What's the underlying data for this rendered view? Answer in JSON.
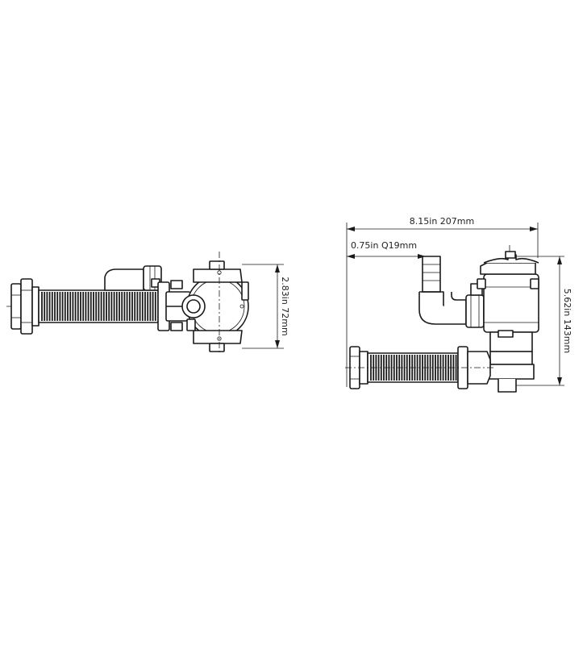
{
  "side_view": {
    "height_dimension": "2.83in 72mm"
  },
  "front_view": {
    "width_dimension": "8.15in 207mm",
    "inlet_dimension": "0.75in Q19mm",
    "height_dimension": "5.62in 143mm"
  }
}
